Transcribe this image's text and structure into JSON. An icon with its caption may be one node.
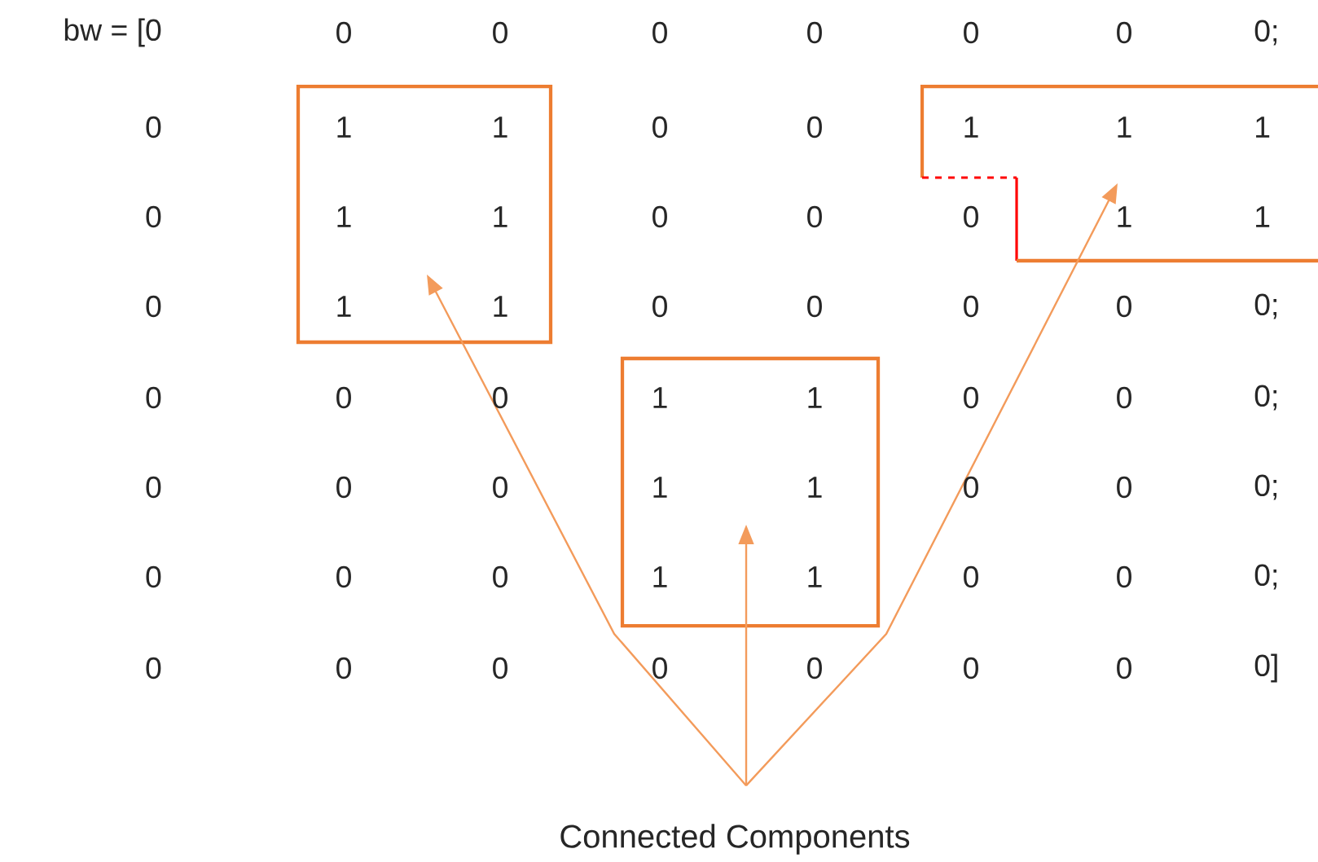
{
  "diagram": {
    "nodes": [
      {
        "text": [
          "Connected Components"
        ]
      },
      {
        "text": [],
        "shape": "box"
      },
      {
        "text": [],
        "shape": "box"
      },
      {
        "text": [],
        "shape": "box"
      }
    ],
    "edges": [
      {
        "from": 0,
        "to": 1,
        "arrow": "to"
      },
      {
        "from": 0,
        "to": 2,
        "arrow": "to"
      },
      {
        "from": 0,
        "to": 3,
        "arrow": "to"
      }
    ],
    "labels": [
      "bw = [0",
      "0",
      "0",
      "0",
      "0",
      "0",
      "0",
      "0;",
      "0",
      "1",
      "1",
      "0",
      "0",
      "1",
      "1",
      "1",
      "0",
      "1",
      "1",
      "0",
      "0",
      "0",
      "1",
      "1",
      "0",
      "1",
      "1",
      "0",
      "0",
      "0",
      "0",
      "0;",
      "0",
      "0",
      "0",
      "1",
      "1",
      "0",
      "0",
      "0;",
      "0",
      "0",
      "0",
      "1",
      "1",
      "0",
      "0",
      "0;",
      "0",
      "0",
      "0",
      "1",
      "1",
      "0",
      "0",
      "0;",
      "0",
      "0",
      "0",
      "0",
      "0",
      "0",
      "0",
      "0]"
    ]
  }
}
